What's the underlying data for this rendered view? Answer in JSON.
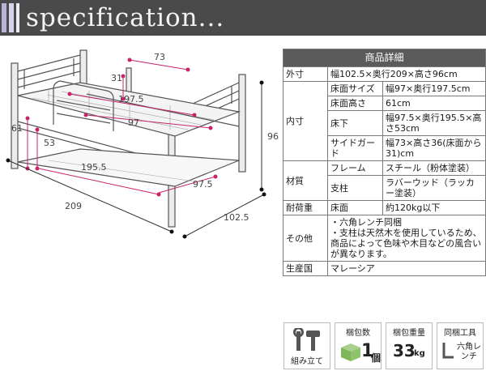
{
  "header": {
    "title": "specification..."
  },
  "dimensions": {
    "d73": "73",
    "d31": "31",
    "d197_5": "197.5",
    "d97": "97",
    "d61": "61",
    "d53": "53",
    "d195_5": "195.5",
    "d97_5": "97.5",
    "d96": "96",
    "d209": "209",
    "d102_5": "102.5"
  },
  "table": {
    "heading": "商品詳細",
    "outer_label": "外寸",
    "outer_value": "幅102.5×奥行209×高さ96cm",
    "inner_label": "内寸",
    "inner_rows": [
      {
        "sub": "床面サイズ",
        "value": "幅97×奥行197.5cm"
      },
      {
        "sub": "床面高さ",
        "value": "61cm"
      },
      {
        "sub": "床下",
        "value": "幅97.5×奥行195.5×高さ53cm"
      },
      {
        "sub": "サイドガード",
        "value": "幅73×高さ36(床面から31)cm"
      }
    ],
    "material_label": "材質",
    "material_rows": [
      {
        "sub": "フレーム",
        "value": "スチール（粉体塗装）"
      },
      {
        "sub": "支柱",
        "value": "ラバーウッド（ラッカー塗装）"
      }
    ],
    "load_label": "耐荷重",
    "load_sub": "床面",
    "load_value": "約120kg以下",
    "other_label": "その他",
    "other_lines": [
      "・六角レンチ同梱",
      "・支柱は天然木を使用しているため、商品によって色味や木目などの風合いが異なります。"
    ],
    "origin_label": "生産国",
    "origin_value": "マレーシア"
  },
  "icons": {
    "assembly": "組み立て",
    "packages_label": "梱包数",
    "packages_value": "1",
    "packages_unit": "個",
    "weight_label": "梱包重量",
    "weight_value": "33",
    "weight_unit": "kg",
    "tool_label": "同梱工具",
    "tool_value": "六角レンチ"
  }
}
